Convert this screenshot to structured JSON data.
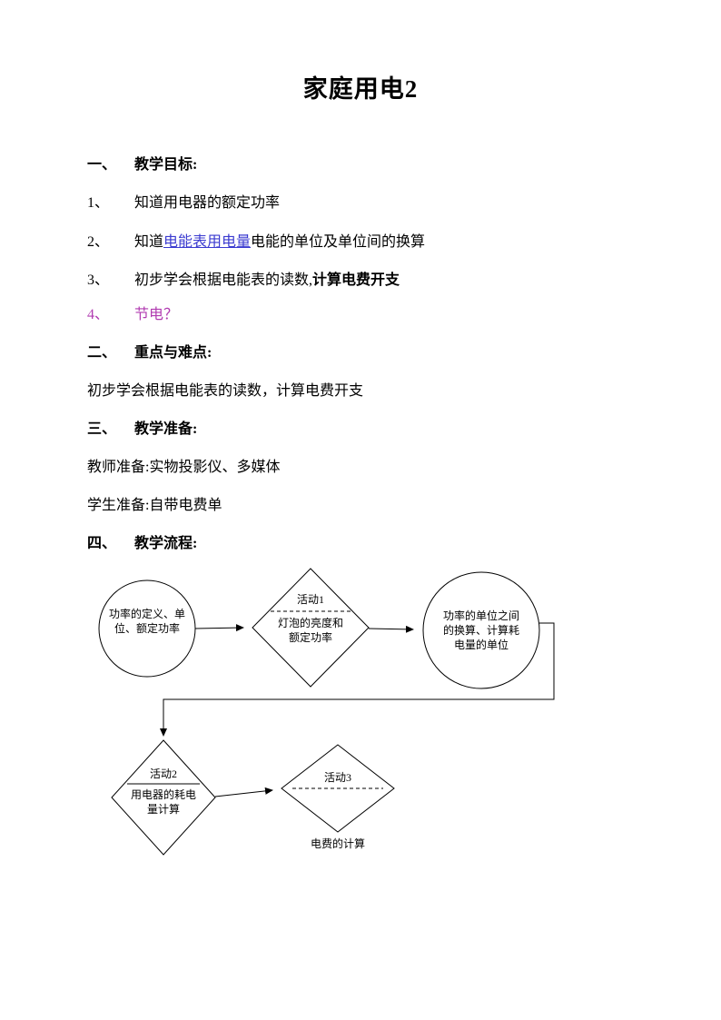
{
  "doc": {
    "title": "家庭用电2",
    "sections": {
      "s1": {
        "num": "一、",
        "title": "教学目标:"
      },
      "s2": {
        "num": "二、",
        "title": "重点与难点:"
      },
      "s3": {
        "num": "三、",
        "title": "教学准备:"
      },
      "s4": {
        "num": "四、",
        "title": "教学流程:"
      }
    },
    "goals": [
      {
        "num": "1、",
        "text": "知道用电器的额定功率"
      },
      {
        "num": "2、",
        "prefix": "知道",
        "highlight": "电能表用电量",
        "suffix": "电能的单位及单位间的换算"
      },
      {
        "num": "3、",
        "text_a": "初步学会根据电能表的读数,",
        "text_b": "计算电费开支"
      },
      {
        "num": "4、",
        "text": "节电？"
      }
    ],
    "s2_body": "初步学会根据电能表的读数，计算电费开支",
    "prep_teacher": "教师准备:实物投影仪、多媒体",
    "prep_student": "学生准备:自带电费单"
  },
  "flowchart": {
    "circle1": "功率的定义、单位、额定功率",
    "diamond1_title": "活动1",
    "diamond1_body": "灯泡的亮度和额定功率",
    "circle2": "功率的单位之间的换算、计算耗电量的单位",
    "diamond2_title": "活动2",
    "diamond2_body": "用电器的耗电量计算",
    "diamond3_title": "活动3",
    "diamond3_caption": "电费的计算"
  },
  "colors": {
    "highlight": "#3b3bd0",
    "item4": "#b13cb1"
  }
}
